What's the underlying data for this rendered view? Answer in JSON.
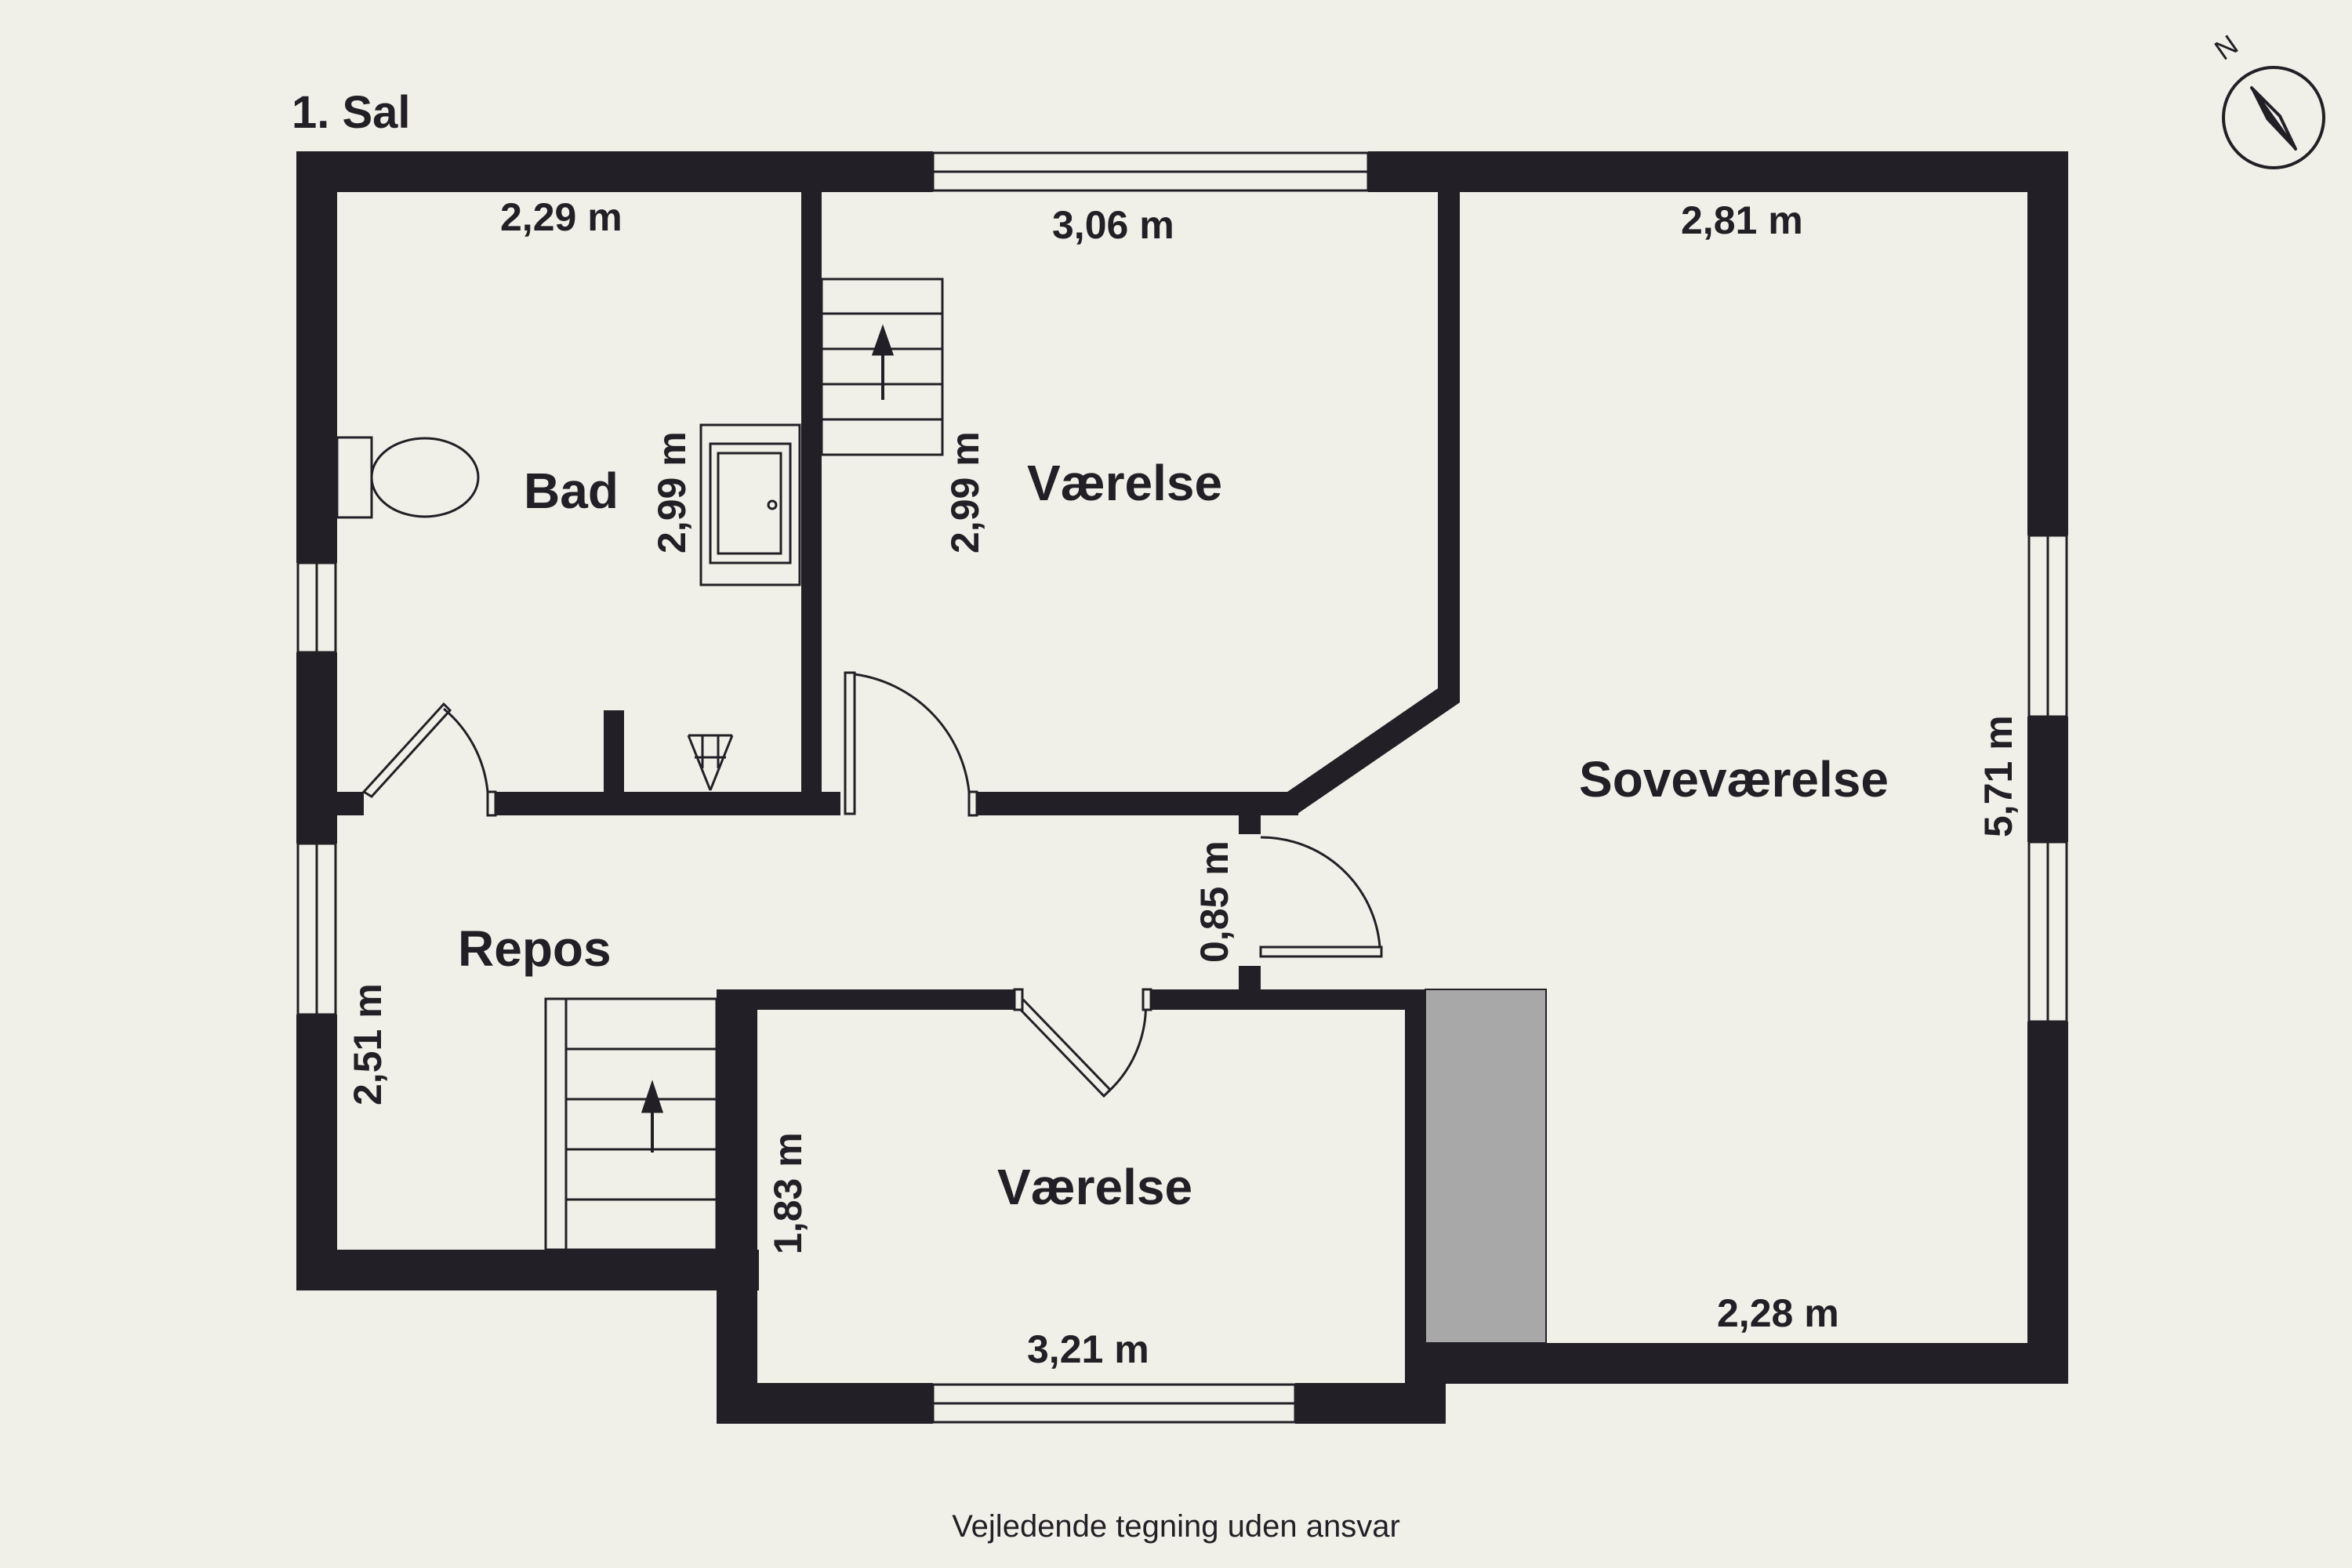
{
  "floor_title": "1. Sal",
  "rooms": {
    "bad": "Bad",
    "vaerelse_top": "Værelse",
    "sovevaerelse": "Soveværelse",
    "repos": "Repos",
    "vaerelse_bottom": "Værelse"
  },
  "dimensions": {
    "bad_width": "2,29 m",
    "bad_height": "2,99 m",
    "vaerelse_top_width": "3,06 m",
    "vaerelse_top_height": "2,99 m",
    "sove_width_top": "2,81 m",
    "sove_height": "5,71 m",
    "sove_width_bottom": "2,28 m",
    "passage_width": "0,85 m",
    "repos_height": "2,51 m",
    "vaerelse_bottom_height": "1,83 m",
    "vaerelse_bottom_width": "3,21 m"
  },
  "compass_north": "N",
  "disclaimer": "Vejledende tegning uden ansvar",
  "colors": {
    "background": "#f1f0e8",
    "wall": "#231f26",
    "chimney": "#a8a8a8"
  }
}
